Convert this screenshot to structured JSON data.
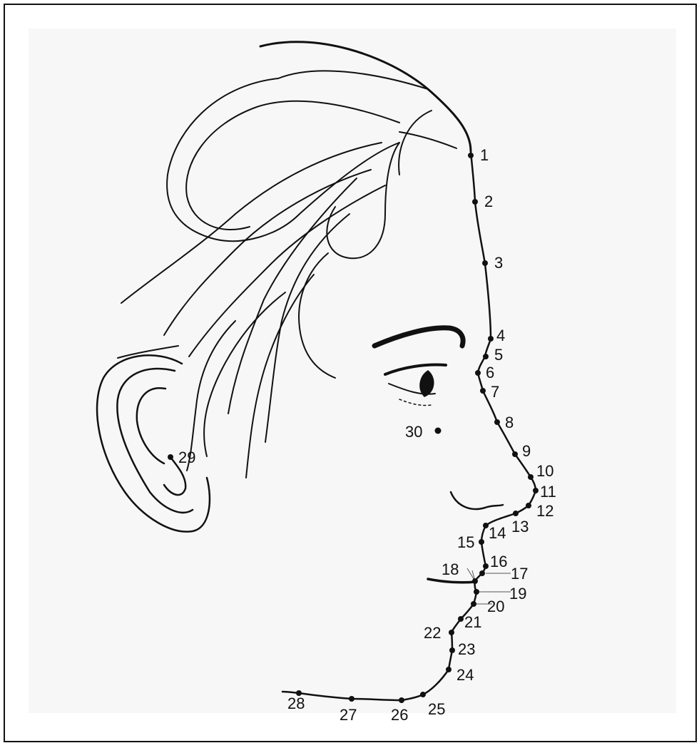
{
  "figure": {
    "subject": "face-profile-landmarks",
    "colors": {
      "ink": "#111111",
      "paper": "#f7f7f7",
      "frame": "#111111"
    }
  },
  "landmarks": [
    {
      "label": "1"
    },
    {
      "label": "2"
    },
    {
      "label": "3"
    },
    {
      "label": "4"
    },
    {
      "label": "5"
    },
    {
      "label": "6"
    },
    {
      "label": "7"
    },
    {
      "label": "8"
    },
    {
      "label": "9"
    },
    {
      "label": "10"
    },
    {
      "label": "11"
    },
    {
      "label": "12"
    },
    {
      "label": "13"
    },
    {
      "label": "14"
    },
    {
      "label": "15"
    },
    {
      "label": "16"
    },
    {
      "label": "17"
    },
    {
      "label": "18"
    },
    {
      "label": "19"
    },
    {
      "label": "20"
    },
    {
      "label": "21"
    },
    {
      "label": "22"
    },
    {
      "label": "23"
    },
    {
      "label": "24"
    },
    {
      "label": "25"
    },
    {
      "label": "26"
    },
    {
      "label": "27"
    },
    {
      "label": "28"
    },
    {
      "label": "29"
    },
    {
      "label": "30"
    }
  ]
}
